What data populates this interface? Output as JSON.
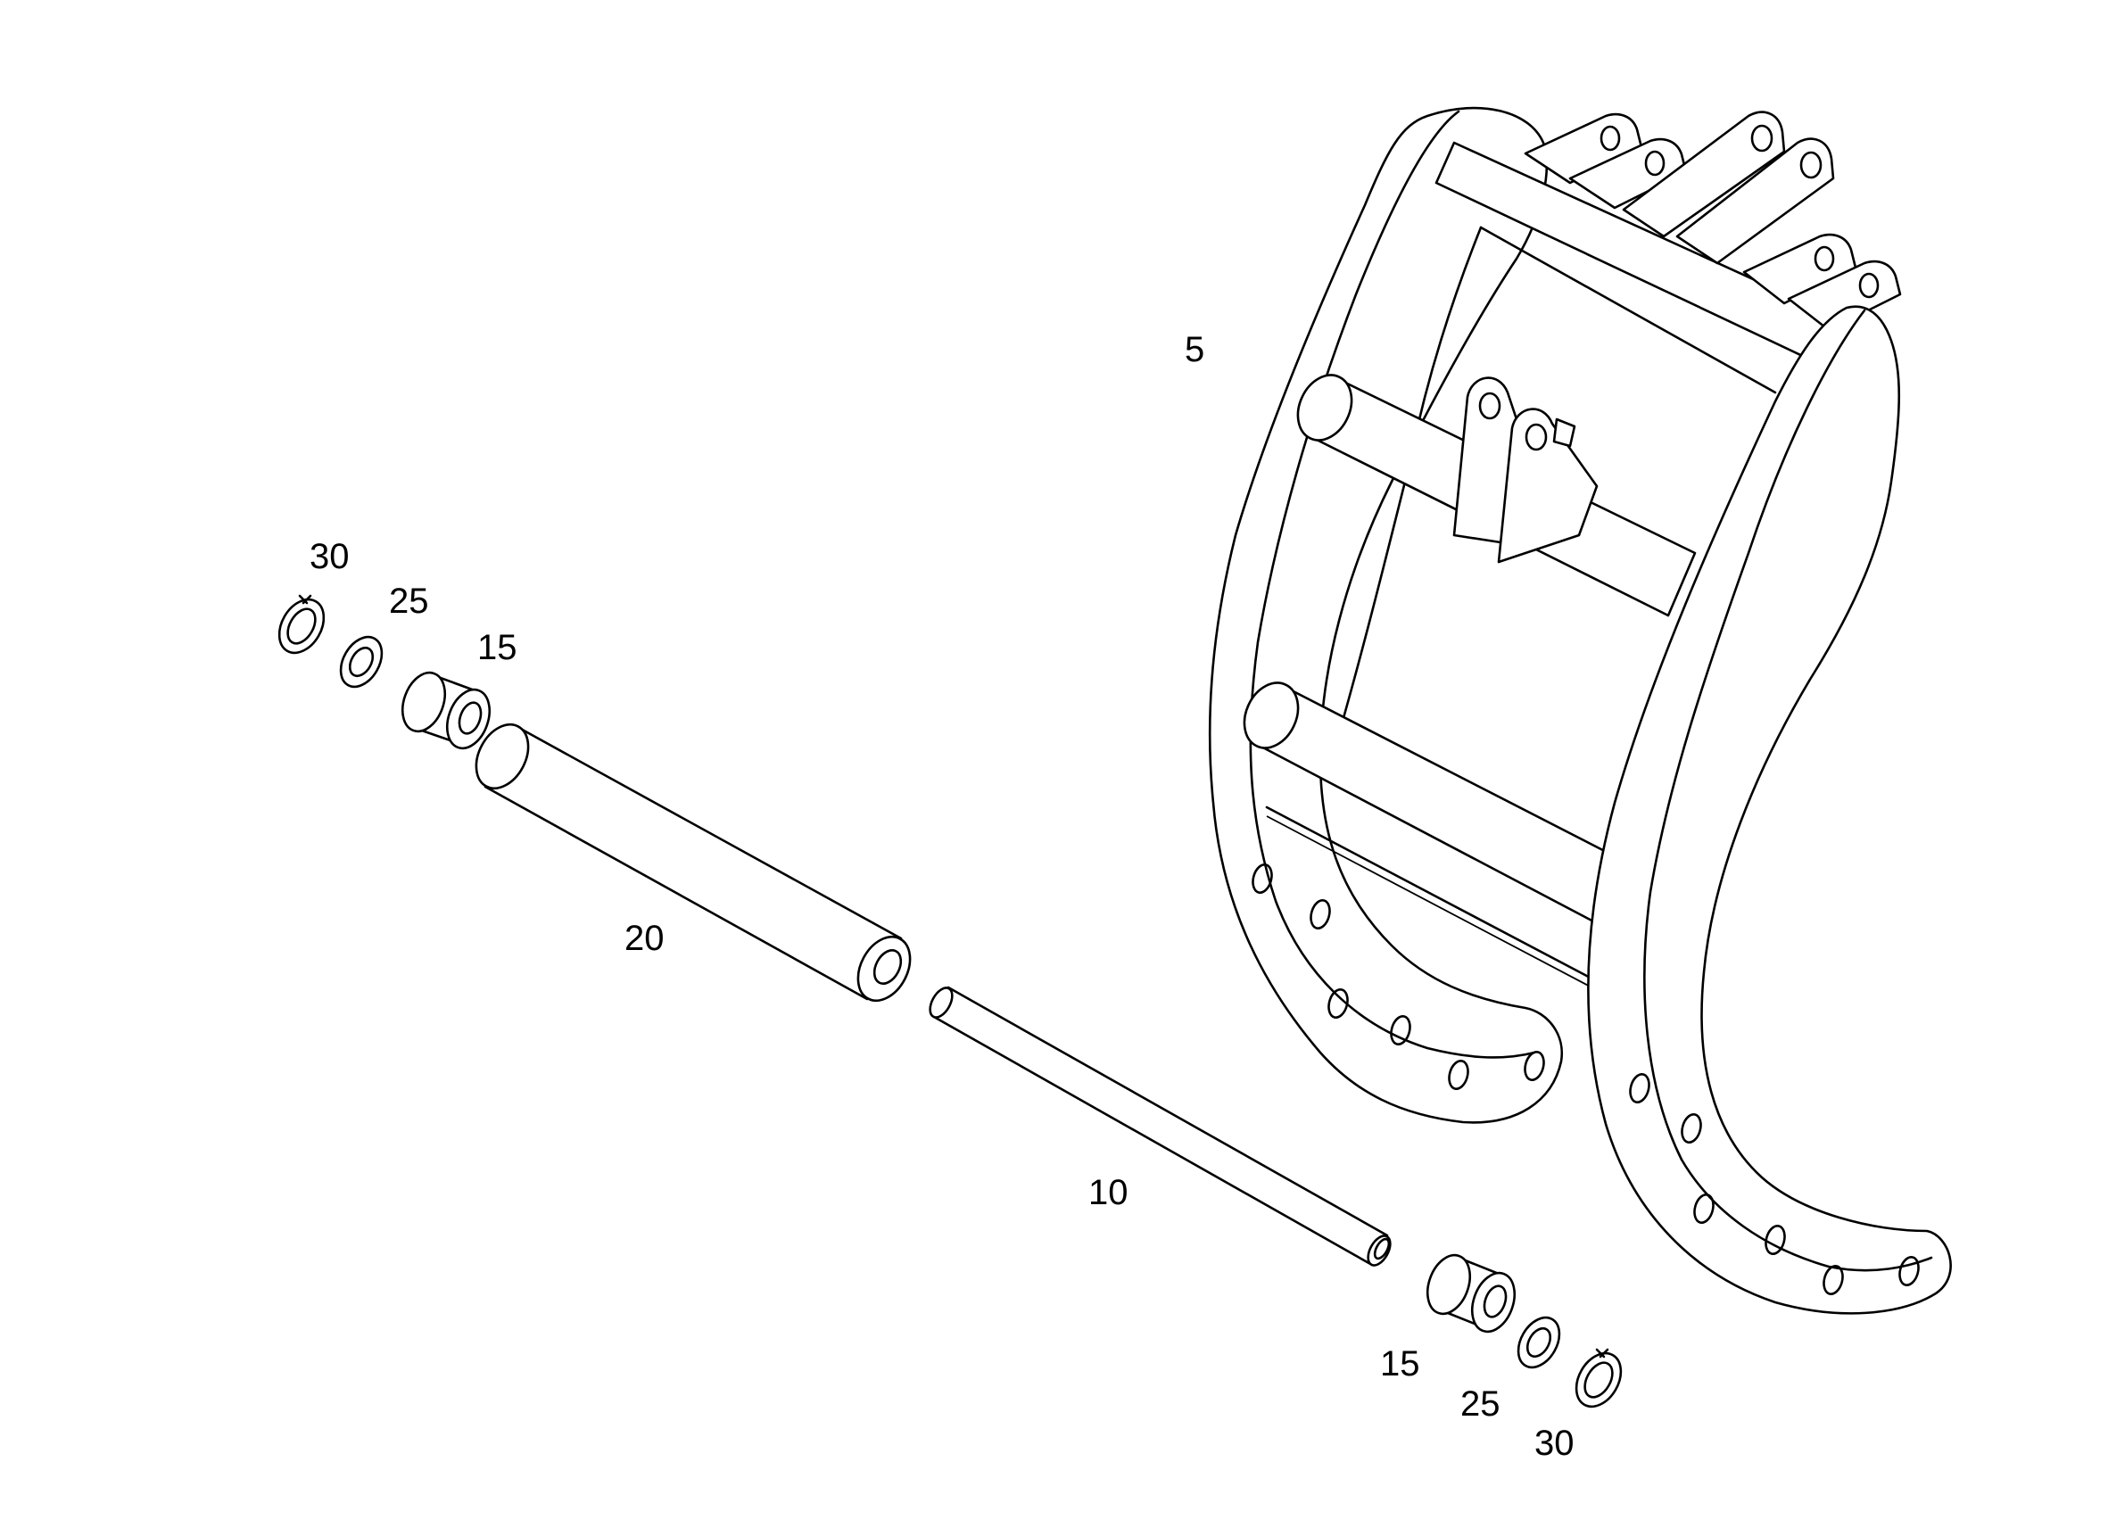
{
  "diagram": {
    "callouts": {
      "part_5": "5",
      "part_30_upper": "30",
      "part_25_upper": "25",
      "part_15_upper": "15",
      "part_20": "20",
      "part_10": "10",
      "part_15_lower": "15",
      "part_25_lower": "25",
      "part_30_lower": "30"
    },
    "colors": {
      "line": "#000000",
      "background": "#ffffff"
    }
  }
}
